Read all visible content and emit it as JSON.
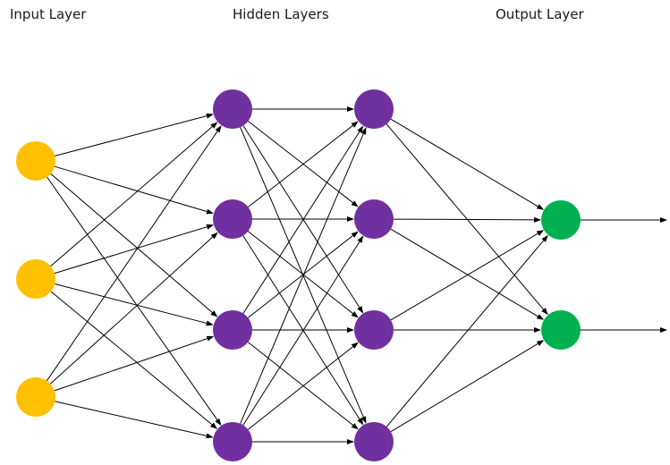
{
  "labels": {
    "input": "Input Layer",
    "hidden": "Hidden Layers",
    "output": "Output Layer"
  },
  "colors": {
    "input_node": "#FFC000",
    "hidden_node": "#7030A0",
    "output_node": "#00B050",
    "edge": "#000000"
  },
  "network": {
    "layers": [
      {
        "id": "input",
        "nodes": 3
      },
      {
        "id": "hidden1",
        "nodes": 4
      },
      {
        "id": "hidden2",
        "nodes": 4
      },
      {
        "id": "output",
        "nodes": 2
      }
    ],
    "fully_connected": true,
    "output_arrows": true
  }
}
